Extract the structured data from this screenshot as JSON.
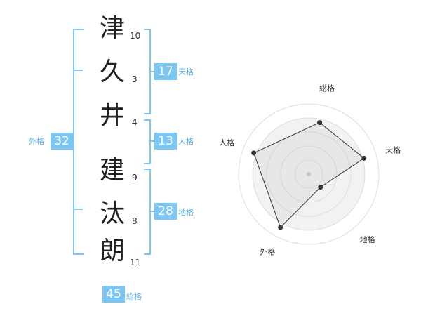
{
  "characters": [
    {
      "char": "津",
      "strokes": "10"
    },
    {
      "char": "久",
      "strokes": "3"
    },
    {
      "char": "井",
      "strokes": "4"
    },
    {
      "char": "建",
      "strokes": "9"
    },
    {
      "char": "汰",
      "strokes": "8"
    },
    {
      "char": "朗",
      "strokes": "11"
    }
  ],
  "kaku": {
    "tenkaku": {
      "value": "17",
      "label": "天格"
    },
    "jinkaku": {
      "value": "13",
      "label": "人格"
    },
    "chikaku": {
      "value": "28",
      "label": "地格"
    },
    "gaikaku": {
      "value": "32",
      "label": "外格"
    },
    "soukaku": {
      "value": "45",
      "label": "総格"
    }
  },
  "chart_data": {
    "type": "radar",
    "axes": [
      "総格",
      "天格",
      "地格",
      "外格",
      "人格"
    ],
    "values": [
      0.75,
      0.82,
      0.25,
      0.86,
      0.84
    ],
    "range": [
      0,
      1
    ],
    "rings": 5,
    "center_marker": true,
    "colors": {
      "ring_stroke": "#dddddd",
      "center_fill": "#f2f2f2",
      "polygon_fill": "rgba(170,170,170,0.15)",
      "polygon_stroke": "#333333",
      "point_fill": "#333333",
      "center_dot": "#c8c8c8"
    }
  },
  "colors": {
    "accent": "#7cc6f2",
    "accent_text": "#58b0e6"
  }
}
